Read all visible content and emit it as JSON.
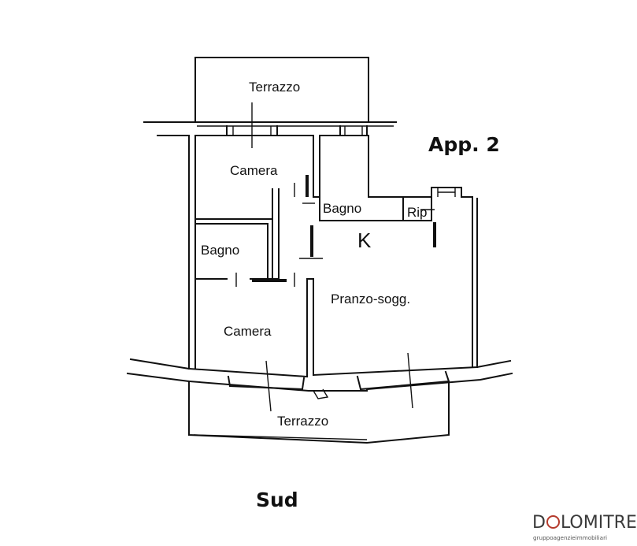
{
  "plan": {
    "title": "App. 2",
    "orientation": "Sud",
    "rooms": {
      "terrazzo_north": "Terrazzo",
      "camera_top": "Camera",
      "bagno_center": "Bagno",
      "rip": "Rip",
      "kitchen": "K",
      "bagno_left": "Bagno",
      "pranzo": "Pranzo-sogg.",
      "camera_bottom": "Camera",
      "terrazzo_south": "Terrazzo"
    }
  },
  "logo": {
    "prefix": "D",
    "middle": "LOMIT",
    "suffix": "RE",
    "tagline": "gruppoagenzieimmobiliari",
    "accent_color": "#b53a2c"
  }
}
